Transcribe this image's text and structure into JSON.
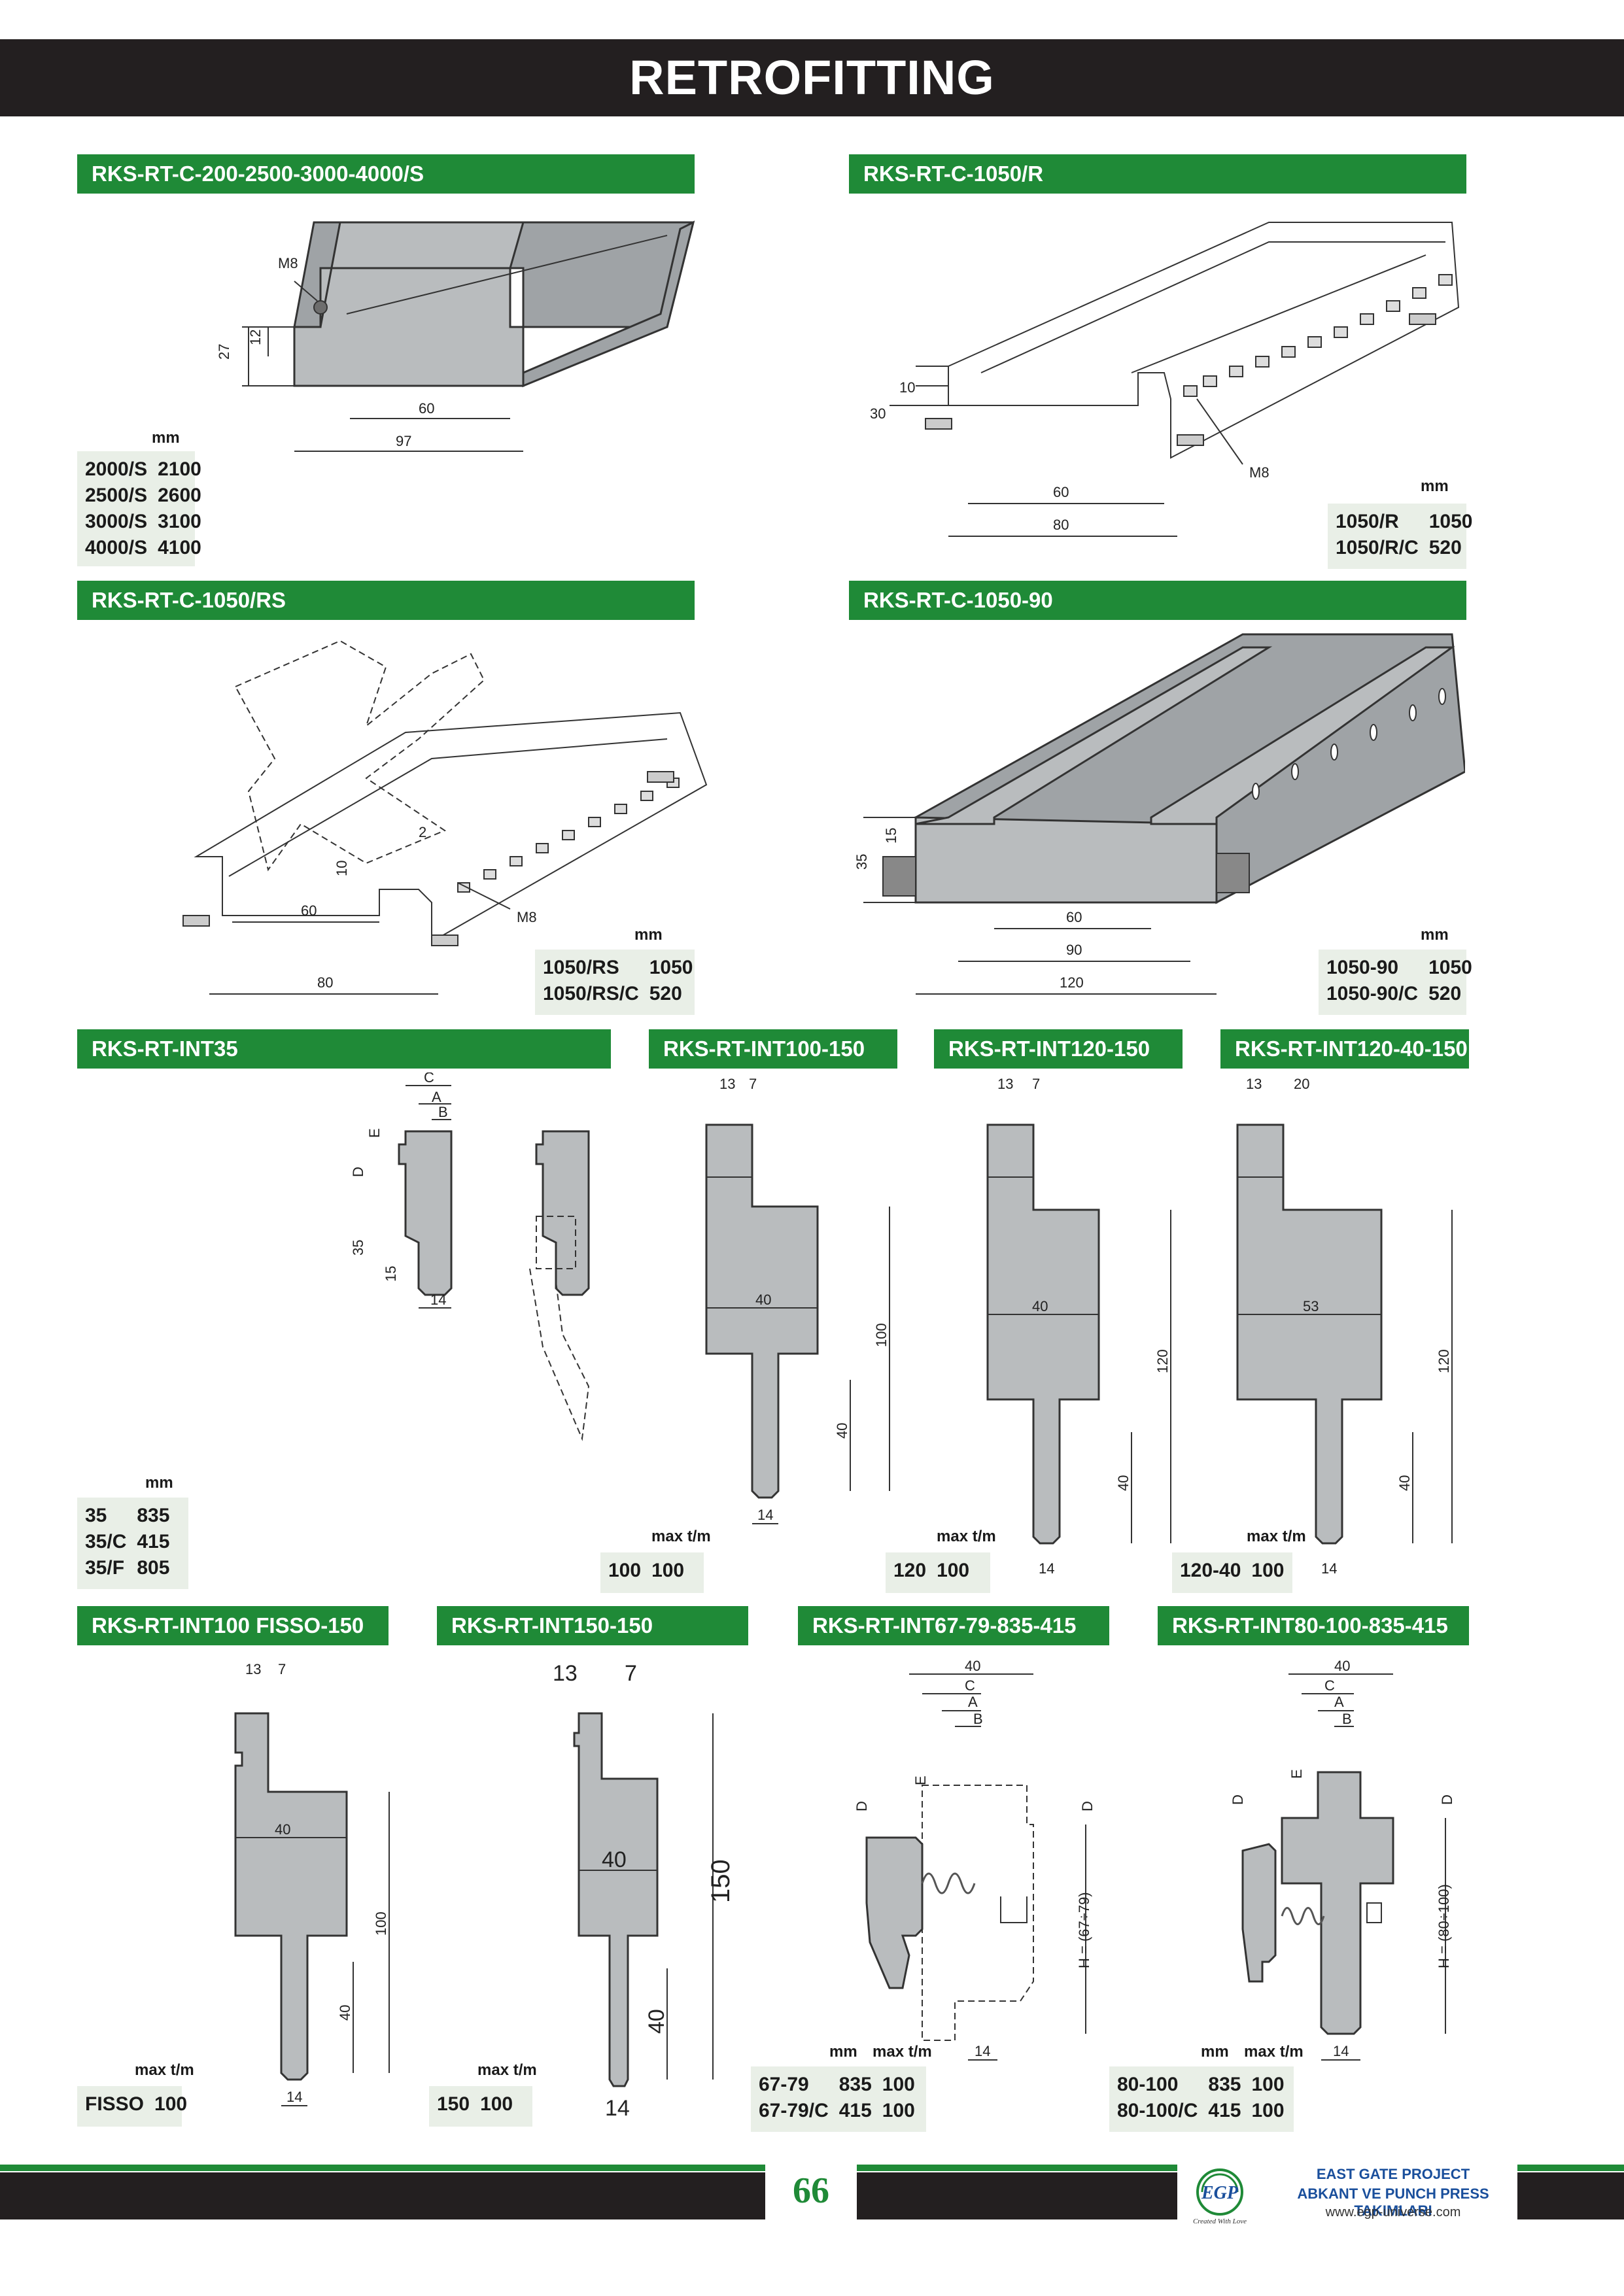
{
  "title": "RETROFITTING",
  "page_number": "66",
  "brand": {
    "name": "EAST GATE PROJECT",
    "subtitle": "ABKANT VE PUNCH PRESS TAKIMLARI",
    "url": "www.egp-universe.com",
    "logo_text": "EGP",
    "slogan": "Created With Love"
  },
  "colors": {
    "green": "#1f8a37",
    "dark": "#231f20"
  },
  "sections": [
    {
      "code": "RKS-RT-C-200-2500-3000-4000/S",
      "unit": "mm",
      "rows": [
        [
          "2000/S",
          "2100"
        ],
        [
          "2500/S",
          "2600"
        ],
        [
          "3000/S",
          "3100"
        ],
        [
          "4000/S",
          "4100"
        ]
      ],
      "dims": {
        "d1": "M8",
        "d2": "27",
        "d3": "12",
        "d4": "60",
        "d5": "97"
      }
    },
    {
      "code": "RKS-RT-C-1050/R",
      "unit": "mm",
      "rows": [
        [
          "1050/R",
          "1050"
        ],
        [
          "1050/R/C",
          "520"
        ]
      ],
      "dims": {
        "d1": "10",
        "d2": "30",
        "d3": "60",
        "d4": "80",
        "d5": "M8"
      }
    },
    {
      "code": "RKS-RT-C-1050/RS",
      "unit": "mm",
      "rows": [
        [
          "1050/RS",
          "1050"
        ],
        [
          "1050/RS/C",
          "520"
        ]
      ],
      "dims": {
        "d1": "2",
        "d2": "10",
        "d3": "60",
        "d4": "80",
        "d5": "M8"
      }
    },
    {
      "code": "RKS-RT-C-1050-90",
      "unit": "mm",
      "rows": [
        [
          "1050-90",
          "1050"
        ],
        [
          "1050-90/C",
          "520"
        ]
      ],
      "dims": {
        "d1": "15",
        "d2": "35",
        "d3": "60",
        "d4": "90",
        "d5": "120"
      }
    },
    {
      "code": "RKS-RT-INT35",
      "unit": "mm",
      "rows": [
        [
          "35",
          "835"
        ],
        [
          "35/C",
          "415"
        ],
        [
          "35/F",
          "805"
        ]
      ],
      "dims": {
        "c": "C",
        "a": "A",
        "b": "B",
        "e": "E",
        "d": "D",
        "h35": "35",
        "h15": "15",
        "w14": "14"
      }
    },
    {
      "code": "RKS-RT-INT100-150",
      "unit": "max t/m",
      "rows": [
        [
          "100",
          "100"
        ]
      ],
      "dims": {
        "a": "13",
        "b": "7",
        "w": "40",
        "h": "100",
        "h2": "40",
        "t": "14"
      }
    },
    {
      "code": "RKS-RT-INT120-150",
      "unit": "max t/m",
      "rows": [
        [
          "120",
          "100"
        ]
      ],
      "dims": {
        "a": "13",
        "b": "7",
        "w": "40",
        "h": "120",
        "h2": "40",
        "t": "14"
      }
    },
    {
      "code": "RKS-RT-INT120-40-150",
      "unit": "max t/m",
      "rows": [
        [
          "120-40",
          "100"
        ]
      ],
      "dims": {
        "a": "13",
        "b": "20",
        "w": "53",
        "h": "120",
        "h2": "40",
        "t": "14"
      }
    },
    {
      "code": "RKS-RT-INT100 FISSO-150",
      "unit": "max t/m",
      "rows": [
        [
          "FISSO",
          "100"
        ]
      ],
      "dims": {
        "a": "13",
        "b": "7",
        "w": "40",
        "h": "100",
        "h2": "40",
        "t": "14"
      }
    },
    {
      "code": "RKS-RT-INT150-150",
      "unit": "max t/m",
      "rows": [
        [
          "150",
          "100"
        ]
      ],
      "dims": {
        "a": "13",
        "b": "7",
        "w": "40",
        "h": "150",
        "h2": "40",
        "t": "14"
      }
    },
    {
      "code": "RKS-RT-INT67-79-835-415",
      "unit": "mm",
      "unit2": "max t/m",
      "rows": [
        [
          "67-79",
          "835",
          "100"
        ],
        [
          "67-79/C",
          "415",
          "100"
        ]
      ],
      "dims": {
        "w": "40",
        "c": "C",
        "a": "A",
        "b": "B",
        "e": "E",
        "d": "D",
        "h": "H = (67÷79)",
        "t": "14"
      }
    },
    {
      "code": "RKS-RT-INT80-100-835-415",
      "unit": "mm",
      "unit2": "max t/m",
      "rows": [
        [
          "80-100",
          "835",
          "100"
        ],
        [
          "80-100/C",
          "415",
          "100"
        ]
      ],
      "dims": {
        "w": "40",
        "c": "C",
        "a": "A",
        "b": "B",
        "e": "E",
        "d": "D",
        "h": "H = (80÷100)",
        "t": "14"
      }
    }
  ]
}
